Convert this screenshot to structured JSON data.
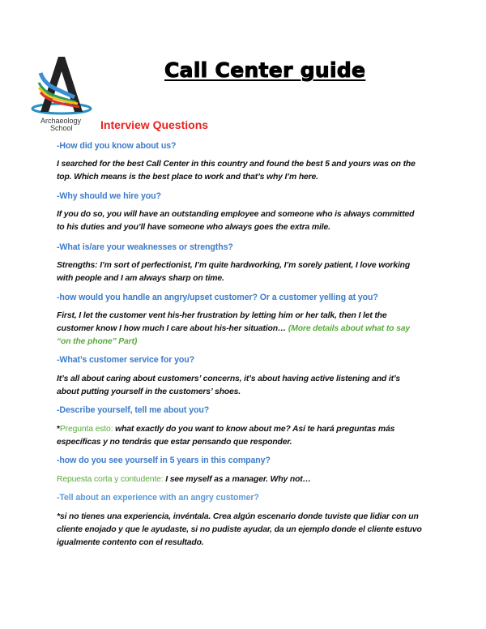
{
  "logo": {
    "text": "Archaeology School"
  },
  "title": "Call Center guide",
  "subtitle": "Interview Questions",
  "colors": {
    "question": "#3d7cc9",
    "note": "#5aab3c",
    "subtitle": "#e8231f"
  },
  "items": [
    {
      "q": "-How did you know about us?",
      "a": [
        "I searched for the best Call Center in this country and found the best 5 and yours was on the",
        "top. Which means is the best place to work and that’s why I’m here."
      ]
    },
    {
      "q": "-Why should we hire you?",
      "a": [
        "If you do so, you will have an outstanding employee and someone who is always committed",
        "to his duties and you’ll have someone who always goes the extra mile."
      ]
    },
    {
      "q": "-What is/are your weaknesses or strengths?",
      "a": [
        "Strengths: I’m sort of perfectionist, I’m quite hardworking, I’m sorely patient, I love working",
        "with people and I am  always sharp on time."
      ]
    },
    {
      "q": "-how would you handle an angry/upset customer? Or a customer yelling at you?",
      "a": [
        "First, I let the customer vent his-her frustration by letting him or her talk, then I let the",
        "customer know I how much I care about his-her situation… "
      ],
      "note": [
        "(More details about what to say",
        "“on the phone” Part)"
      ]
    },
    {
      "q": "-What’s customer service for you?",
      "a": [
        "It’s all about caring about customers’ concerns, it’s about having active listening and it’s",
        "about putting yourself in the customers’ shoes."
      ]
    },
    {
      "q": "-Describe yourself, tell me about you?",
      "prefix": "*",
      "note": "Pregunta esto: ",
      "a": [
        "what exactly do you want to know about me? Así te hará preguntas más",
        "específicas y no tendrás que estar pensando que responder."
      ]
    },
    {
      "q": "-how do you see yourself in 5 years in this company?",
      "note": "Repuesta corta y  contudente: ",
      "a": [
        "I see myself as a manager. Why not…"
      ]
    },
    {
      "q": "-Tell about an experience with an angry customer?",
      "a": [
        "*si no tienes una experiencia, invéntala. Crea algún escenario donde tuviste que lidiar con un",
        "cliente enojado y que le ayudaste, si no pudiste ayudar, da un ejemplo donde el cliente estuvo",
        "igualmente contento con el resultado."
      ]
    }
  ]
}
